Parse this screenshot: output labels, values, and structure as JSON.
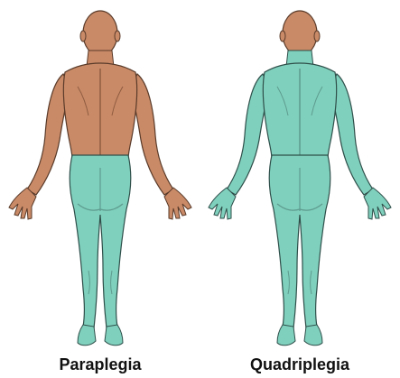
{
  "figures": [
    {
      "label": "Paraplegia",
      "skin_color": "#c98a67",
      "affected_color": "#7fd0bd",
      "affected_region": "lower-body"
    },
    {
      "label": "Quadriplegia",
      "skin_color": "#c98a67",
      "affected_color": "#7fd0bd",
      "affected_region": "whole-body-below-head"
    }
  ],
  "colors": {
    "skin": "#c98a67",
    "affected": "#7fd0bd",
    "outline": "#2f4f4a",
    "detail": "#5e9b8f"
  }
}
